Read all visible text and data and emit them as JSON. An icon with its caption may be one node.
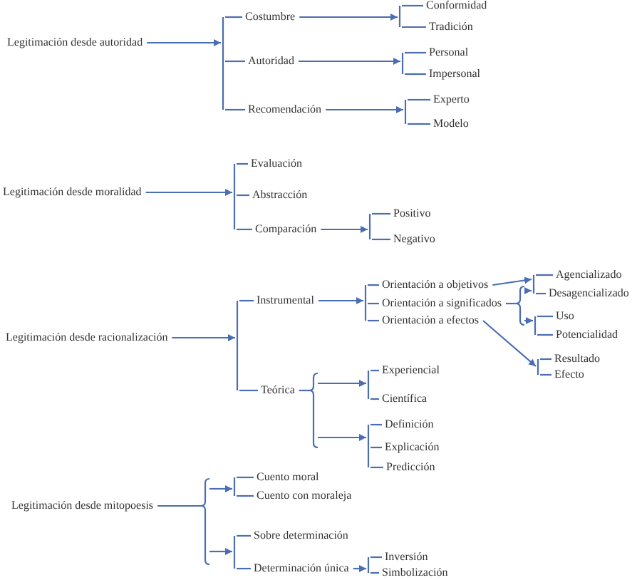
{
  "diagram": {
    "nodes": [
      {
        "text": [
          "Legitimación desde autoridad"
        ]
      },
      {
        "text": [
          "Costumbre"
        ]
      },
      {
        "text": [
          "Autoridad"
        ]
      },
      {
        "text": [
          "Recomendación"
        ]
      },
      {
        "text": [
          "Conformidad"
        ]
      },
      {
        "text": [
          "Tradición"
        ]
      },
      {
        "text": [
          "Personal"
        ]
      },
      {
        "text": [
          "Impersonal"
        ]
      },
      {
        "text": [
          "Experto"
        ]
      },
      {
        "text": [
          "Modelo"
        ]
      },
      {
        "text": [
          "Legitimación desde moralidad"
        ]
      },
      {
        "text": [
          "Evaluación"
        ]
      },
      {
        "text": [
          "Abstracción"
        ]
      },
      {
        "text": [
          "Comparación"
        ]
      },
      {
        "text": [
          "Positivo"
        ]
      },
      {
        "text": [
          "Negativo"
        ]
      },
      {
        "text": [
          "Legitimación desde racionalización"
        ]
      },
      {
        "text": [
          "Instrumental"
        ]
      },
      {
        "text": [
          "Orientación a objetivos"
        ]
      },
      {
        "text": [
          "Orientación a significados"
        ]
      },
      {
        "text": [
          "Orientación a efectos"
        ]
      },
      {
        "text": [
          "Agencializado"
        ]
      },
      {
        "text": [
          "Desagencializado"
        ]
      },
      {
        "text": [
          "Uso"
        ]
      },
      {
        "text": [
          "Potencialidad"
        ]
      },
      {
        "text": [
          "Resultado"
        ]
      },
      {
        "text": [
          "Efecto"
        ]
      },
      {
        "text": [
          "Teórica"
        ]
      },
      {
        "text": [
          "Experiencial"
        ]
      },
      {
        "text": [
          "Científica"
        ]
      },
      {
        "text": [
          "Definición"
        ]
      },
      {
        "text": [
          "Explicación"
        ]
      },
      {
        "text": [
          "Predicción"
        ]
      },
      {
        "text": [
          "Legitimación desde mitopoesis"
        ]
      },
      {
        "text": [
          "Cuento moral"
        ]
      },
      {
        "text": [
          "Cuento con moraleja"
        ]
      },
      {
        "text": [
          "Sobre determinación"
        ]
      },
      {
        "text": [
          "Determinación única"
        ]
      },
      {
        "text": [
          "Inversión"
        ]
      },
      {
        "text": [
          "Simbolización"
        ]
      },
      {
        "text": [],
        "shape": "bracket"
      },
      {
        "text": [],
        "shape": "bracket"
      },
      {
        "text": [],
        "shape": "bracket"
      },
      {
        "text": [],
        "shape": "bracket"
      },
      {
        "text": [],
        "shape": "bracket"
      },
      {
        "text": [],
        "shape": "bracket"
      },
      {
        "text": [],
        "shape": "bracket"
      },
      {
        "text": [],
        "shape": "bracket"
      },
      {
        "text": [],
        "shape": "bracket"
      },
      {
        "text": [],
        "shape": "brace"
      },
      {
        "text": [],
        "shape": "bracket"
      },
      {
        "text": [],
        "shape": "bracket"
      },
      {
        "text": [],
        "shape": "brace"
      },
      {
        "text": [],
        "shape": "bracket"
      },
      {
        "text": [],
        "shape": "bracket"
      },
      {
        "text": [],
        "shape": "brace"
      },
      {
        "text": [],
        "shape": "bracket"
      },
      {
        "text": [],
        "shape": "bracket"
      },
      {
        "text": [],
        "shape": "bracket"
      }
    ],
    "edges": [
      {
        "from": 0,
        "to": 40,
        "arrow": "to"
      },
      {
        "from": 40,
        "to": 1,
        "arrow": "none"
      },
      {
        "from": 40,
        "to": 2,
        "arrow": "none"
      },
      {
        "from": 40,
        "to": 3,
        "arrow": "none"
      },
      {
        "from": 1,
        "to": 41,
        "arrow": "to"
      },
      {
        "from": 41,
        "to": 4,
        "arrow": "none"
      },
      {
        "from": 41,
        "to": 5,
        "arrow": "none"
      },
      {
        "from": 2,
        "to": 42,
        "arrow": "to"
      },
      {
        "from": 42,
        "to": 6,
        "arrow": "none"
      },
      {
        "from": 42,
        "to": 7,
        "arrow": "none"
      },
      {
        "from": 3,
        "to": 43,
        "arrow": "to"
      },
      {
        "from": 43,
        "to": 8,
        "arrow": "none"
      },
      {
        "from": 43,
        "to": 9,
        "arrow": "none"
      },
      {
        "from": 10,
        "to": 44,
        "arrow": "to"
      },
      {
        "from": 44,
        "to": 11,
        "arrow": "none"
      },
      {
        "from": 44,
        "to": 12,
        "arrow": "none"
      },
      {
        "from": 44,
        "to": 13,
        "arrow": "none"
      },
      {
        "from": 13,
        "to": 45,
        "arrow": "to"
      },
      {
        "from": 45,
        "to": 14,
        "arrow": "none"
      },
      {
        "from": 45,
        "to": 15,
        "arrow": "none"
      },
      {
        "from": 16,
        "to": 47,
        "arrow": "to"
      },
      {
        "from": 47,
        "to": 17,
        "arrow": "none"
      },
      {
        "from": 47,
        "to": 27,
        "arrow": "none"
      },
      {
        "from": 17,
        "to": 48,
        "arrow": "to"
      },
      {
        "from": 48,
        "to": 18,
        "arrow": "none"
      },
      {
        "from": 48,
        "to": 19,
        "arrow": "none"
      },
      {
        "from": 48,
        "to": 20,
        "arrow": "none"
      },
      {
        "from": 18,
        "to": 46,
        "arrow": "to"
      },
      {
        "from": 19,
        "to": 49,
        "arrow": "none"
      },
      {
        "from": 49,
        "to": 46,
        "arrow": "to"
      },
      {
        "from": 49,
        "to": 50,
        "arrow": "to"
      },
      {
        "from": 46,
        "to": 21,
        "arrow": "none"
      },
      {
        "from": 46,
        "to": 22,
        "arrow": "none"
      },
      {
        "from": 50,
        "to": 23,
        "arrow": "none"
      },
      {
        "from": 50,
        "to": 24,
        "arrow": "none"
      },
      {
        "from": 20,
        "to": 51,
        "arrow": "to"
      },
      {
        "from": 51,
        "to": 25,
        "arrow": "none"
      },
      {
        "from": 51,
        "to": 26,
        "arrow": "none"
      },
      {
        "from": 27,
        "to": 52,
        "arrow": "none"
      },
      {
        "from": 52,
        "to": 53,
        "arrow": "to"
      },
      {
        "from": 52,
        "to": 54,
        "arrow": "to"
      },
      {
        "from": 53,
        "to": 28,
        "arrow": "none"
      },
      {
        "from": 53,
        "to": 29,
        "arrow": "none"
      },
      {
        "from": 54,
        "to": 30,
        "arrow": "none"
      },
      {
        "from": 54,
        "to": 31,
        "arrow": "none"
      },
      {
        "from": 54,
        "to": 32,
        "arrow": "none"
      },
      {
        "from": 33,
        "to": 55,
        "arrow": "none"
      },
      {
        "from": 55,
        "to": 56,
        "arrow": "to"
      },
      {
        "from": 55,
        "to": 57,
        "arrow": "to"
      },
      {
        "from": 56,
        "to": 34,
        "arrow": "none"
      },
      {
        "from": 56,
        "to": 35,
        "arrow": "none"
      },
      {
        "from": 57,
        "to": 36,
        "arrow": "none"
      },
      {
        "from": 57,
        "to": 37,
        "arrow": "none"
      },
      {
        "from": 37,
        "to": 58,
        "arrow": "to"
      },
      {
        "from": 58,
        "to": 38,
        "arrow": "none"
      },
      {
        "from": 58,
        "to": 39,
        "arrow": "none"
      }
    ]
  }
}
